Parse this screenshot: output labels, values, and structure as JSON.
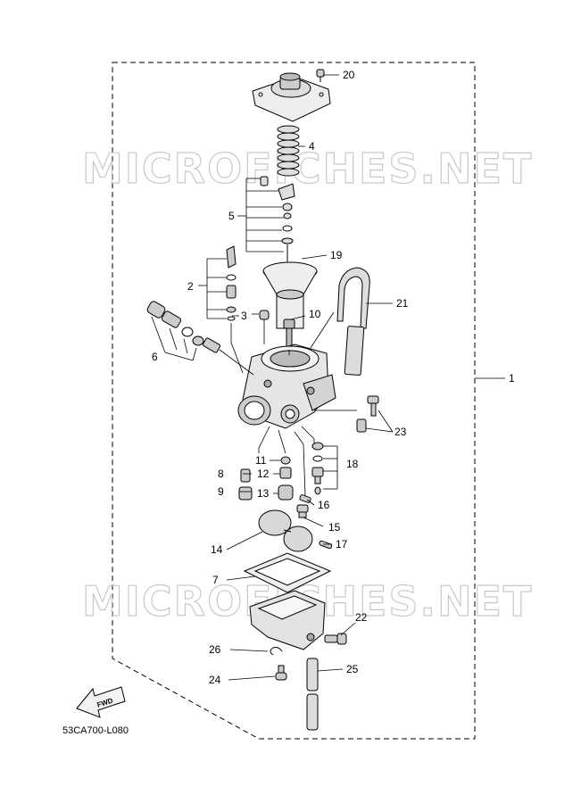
{
  "watermark": "MICROFICHES.NET",
  "diagram_code": "53CA700-L080",
  "fwd_label": "FWD",
  "callouts": [
    "1",
    "2",
    "3",
    "4",
    "5",
    "6",
    "7",
    "8",
    "9",
    "10",
    "11",
    "12",
    "13",
    "14",
    "15",
    "16",
    "17",
    "18",
    "19",
    "20",
    "21",
    "22",
    "23",
    "24",
    "25",
    "26"
  ]
}
